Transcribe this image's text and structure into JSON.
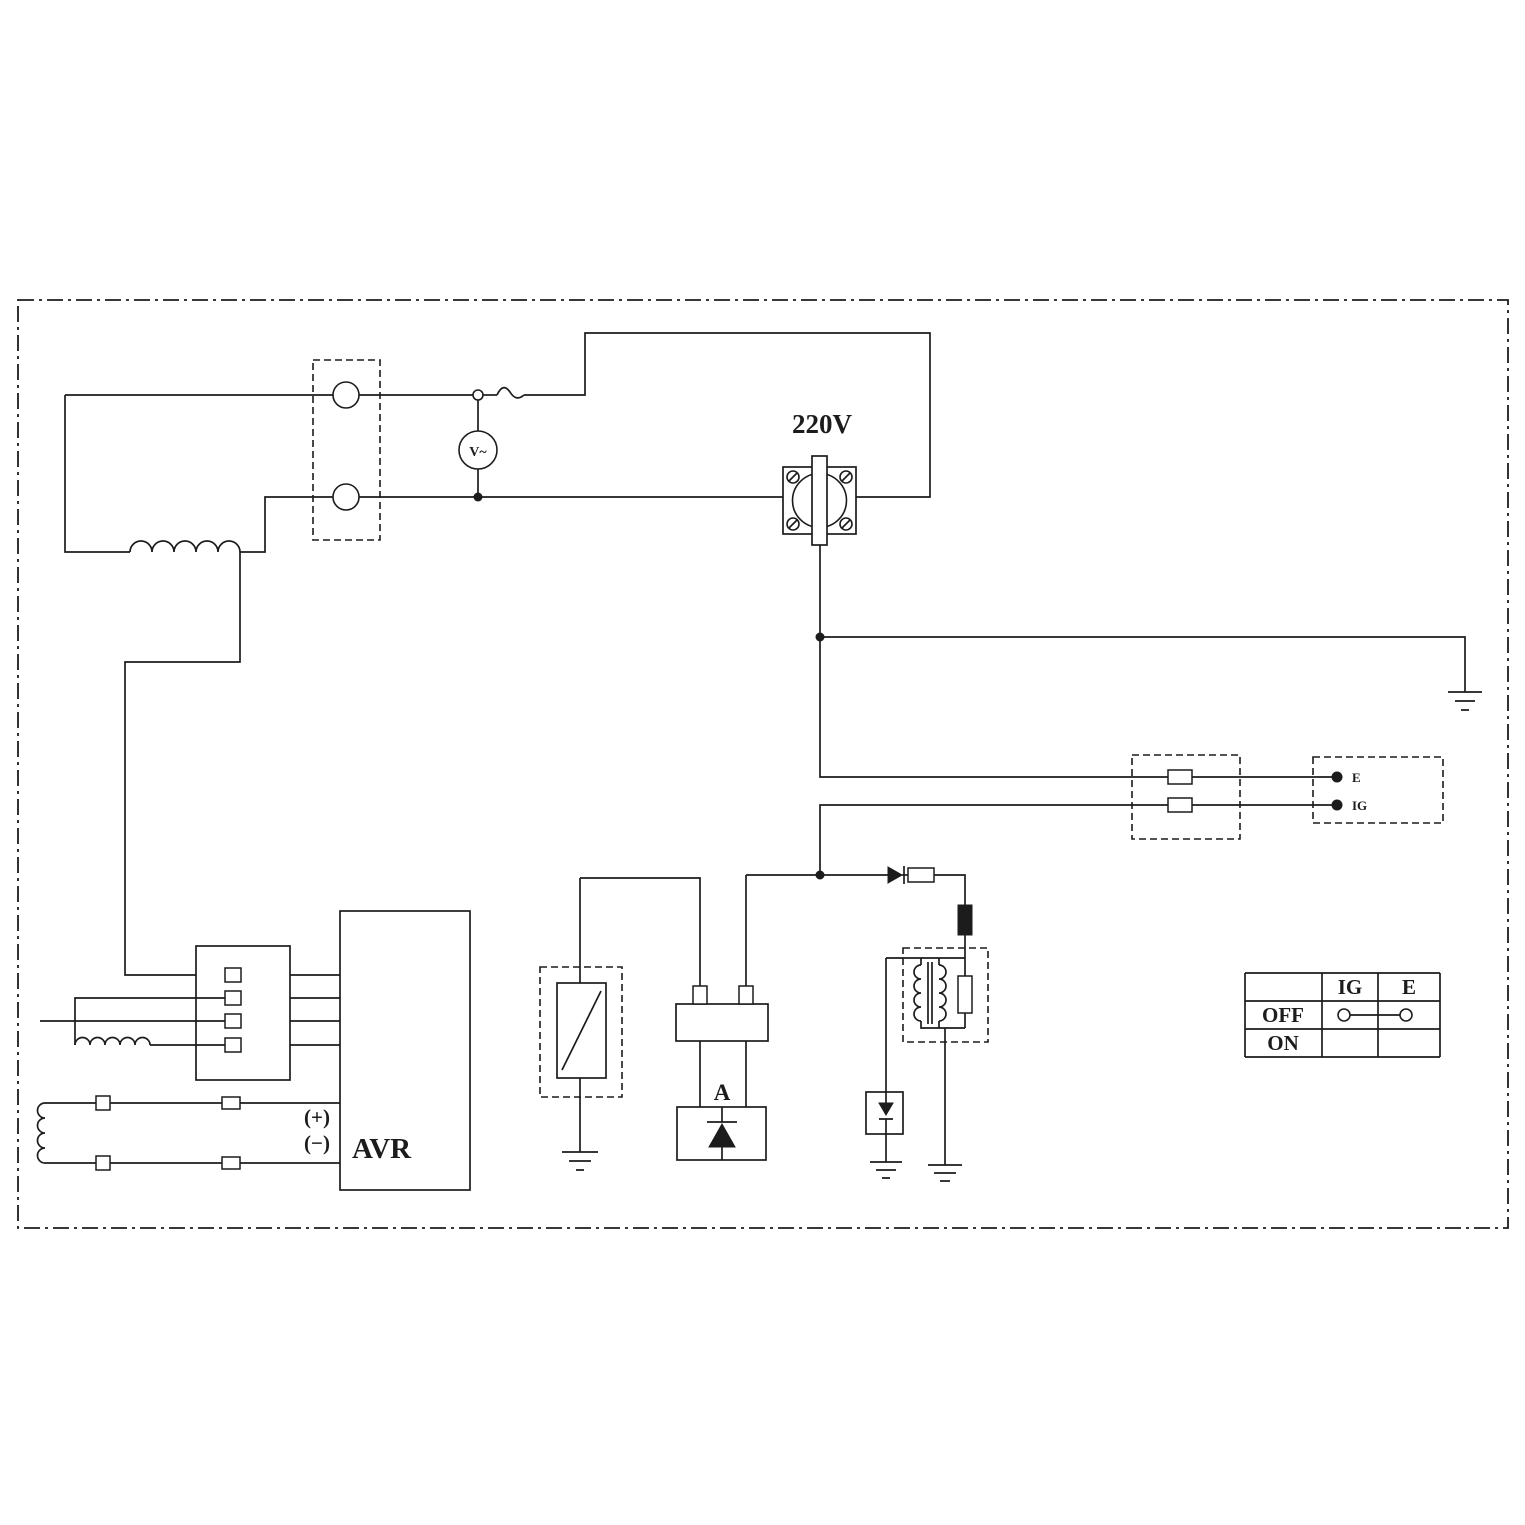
{
  "labels": {
    "outlet_voltage": "220V",
    "voltmeter": "V~",
    "avr": "AVR",
    "avr_plus": "(+)",
    "avr_minus": "(−)",
    "oil_alert_unit": "A",
    "terminal_e": "E",
    "terminal_ig": "IG"
  },
  "switch_table": {
    "col_ig": "IG",
    "col_e": "E",
    "row_off": "OFF",
    "row_on": "ON"
  },
  "colors": {
    "line": "#1c1c1c",
    "background": "#ffffff"
  }
}
